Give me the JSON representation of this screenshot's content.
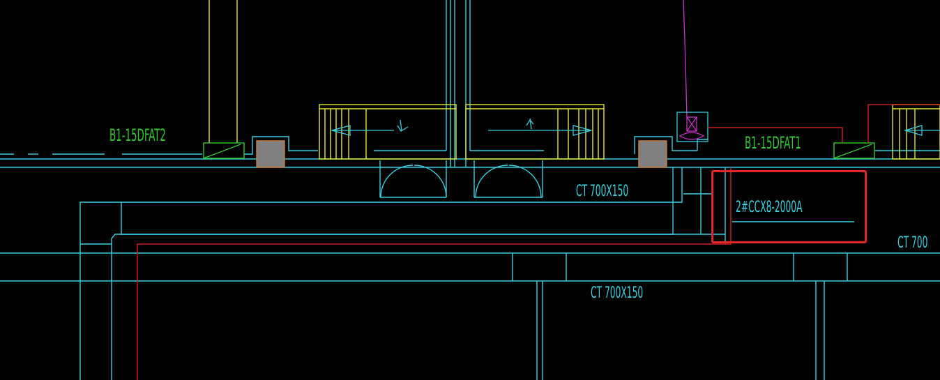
{
  "labels": {
    "fan_left": "B1-15DFAT2",
    "fan_right": "B1-15DFAT1",
    "tray_top": "CT 700X150",
    "tray_bottom": "CT 700X150",
    "tray_right_partial": "CT 700",
    "busway": "2#CCX8-2000A"
  },
  "colors": {
    "background": "#000000",
    "wall_line": "#3ad0e0",
    "yellow_line": "#e8e830",
    "green_text": "#32c832",
    "red_line": "#d02020",
    "magenta_line": "#d030d0",
    "column_fill": "#808080",
    "column_border": "#c87832",
    "highlight": "#e02828"
  }
}
